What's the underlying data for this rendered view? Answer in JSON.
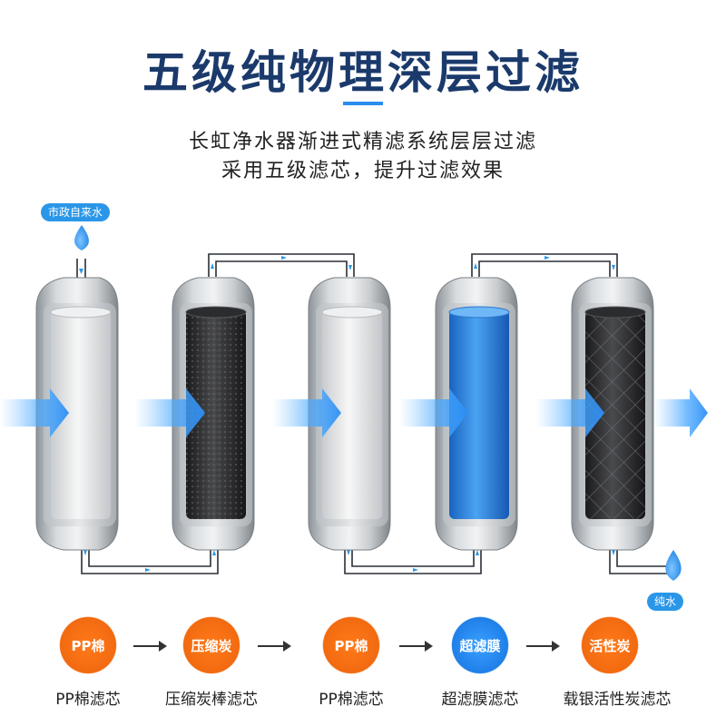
{
  "header": {
    "title": "五级纯物理深层过滤",
    "subtitle_line1": "长虹净水器渐进式精滤系统层层过滤",
    "subtitle_line2": "采用五级滤芯，提升过滤效果"
  },
  "labels": {
    "inlet": "市政自来水",
    "outlet": "纯水"
  },
  "stages": [
    {
      "badge": "PP棉",
      "name": "PP棉滤芯",
      "color": "orange"
    },
    {
      "badge": "压缩炭",
      "name": "压缩炭棒滤芯",
      "color": "orange"
    },
    {
      "badge": "PP棉",
      "name": "PP棉滤芯",
      "color": "orange"
    },
    {
      "badge": "超滤膜",
      "name": "超滤膜滤芯",
      "color": "blue"
    },
    {
      "badge": "活性炭",
      "name": "载银活性炭滤芯",
      "color": "orange"
    }
  ],
  "colors": {
    "title": "#1b3a6b",
    "accent_blue": "#2a8ef0",
    "badge_orange": "#f26a10",
    "badge_blue": "#1f7fe8"
  },
  "icons": [
    "water-drop-icon",
    "flow-arrow-icon"
  ]
}
